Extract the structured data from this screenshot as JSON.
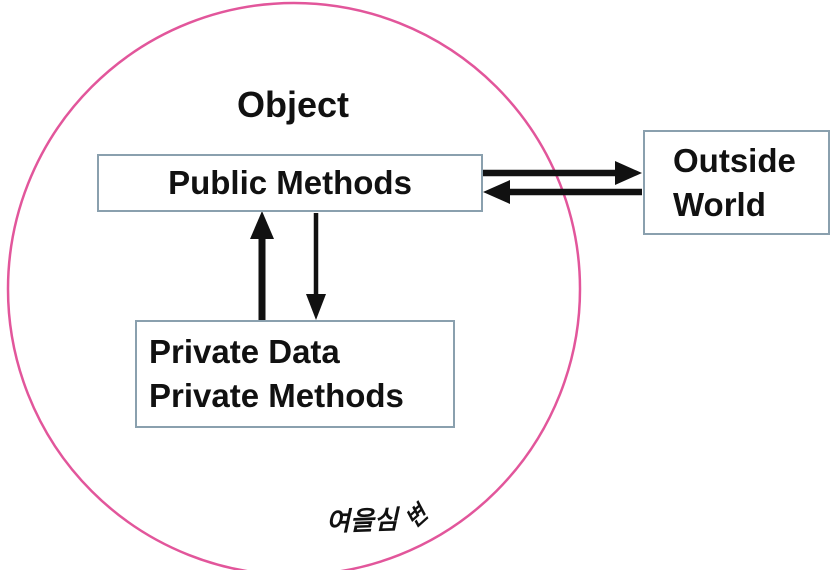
{
  "diagram": {
    "title": "Object",
    "boxes": {
      "public_methods": {
        "label": "Public Methods"
      },
      "private": {
        "lines": [
          "Private Data",
          "Private Methods"
        ]
      },
      "outside_world": {
        "lines": [
          "Outside",
          "World"
        ]
      }
    },
    "arrows": [
      {
        "name": "public-to-outside",
        "direction": "right"
      },
      {
        "name": "outside-to-public",
        "direction": "left"
      },
      {
        "name": "private-to-public",
        "direction": "up"
      },
      {
        "name": "public-to-private",
        "direction": "down"
      }
    ],
    "watermark": {
      "text": "여을심",
      "suffix": "변"
    },
    "colors": {
      "circle_stroke": "#e2569b",
      "box_border": "#8aa0ae",
      "arrow": "#111111",
      "text": "#111111"
    }
  }
}
